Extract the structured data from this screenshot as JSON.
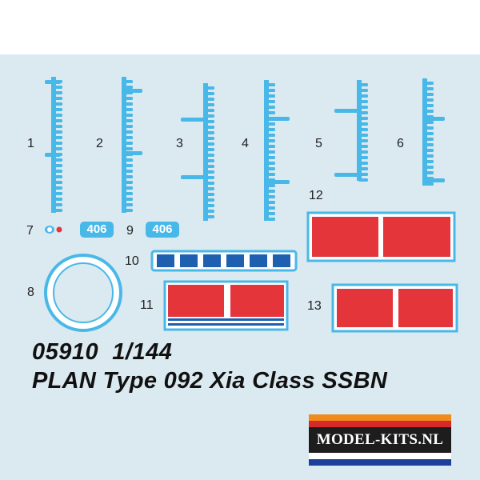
{
  "part_numbers": [
    "1",
    "2",
    "3",
    "4",
    "5",
    "6",
    "7",
    "8",
    "9",
    "10",
    "11",
    "12",
    "13"
  ],
  "hull_number_decals": [
    "406",
    "406"
  ],
  "kit_code": "05910",
  "scale": "1/144",
  "product_title": "PLAN Type 092 Xia Class SSBN",
  "watermark": "MODEL-KITS.NL",
  "colors": {
    "background": "#dbe9f0",
    "decal_outline": "#48b8e8",
    "red_panel": "#e4353b",
    "blue_square": "#1f5fb0",
    "badge": "#48b8e8",
    "text": "#111111"
  }
}
